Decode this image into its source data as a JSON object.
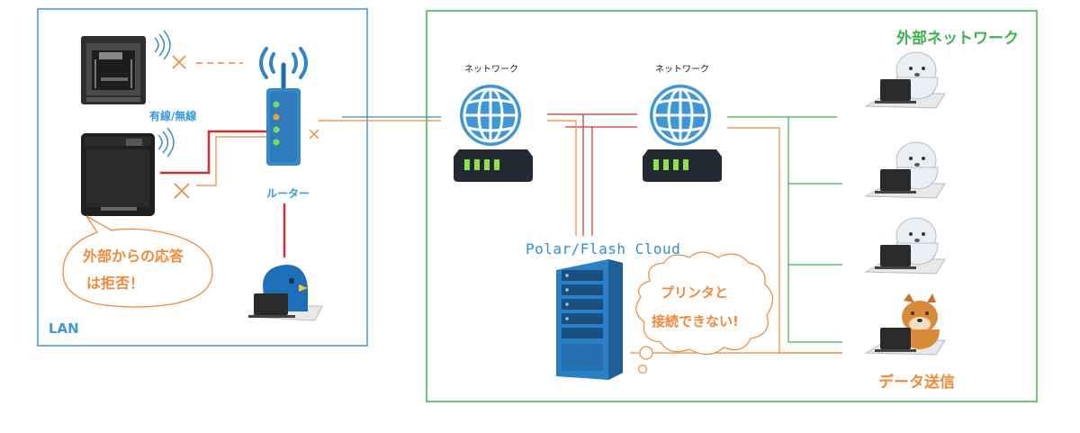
{
  "lan": {
    "label": "LAN"
  },
  "external": {
    "label": "外部ネットワーク"
  },
  "router": {
    "label": "ルーター"
  },
  "wired_wireless": {
    "label": "有線/無線"
  },
  "networks": [
    {
      "label": "ネットワーク"
    },
    {
      "label": "ネットワーク"
    }
  ],
  "cloud": {
    "label": "Polar/Flash Cloud"
  },
  "speech": {
    "line1": "外部からの応答",
    "line2": "は拒否！"
  },
  "thought": {
    "line1": "プリンタと",
    "line2": "接続できない!"
  },
  "data_send": {
    "label": "データ送信"
  },
  "colors": {
    "lan_border": "#3a9ad9",
    "external_border": "#3cb44b",
    "wired": "#d32f2f",
    "wireless": "#f08a3a",
    "link_blue": "#3a8fc0"
  }
}
